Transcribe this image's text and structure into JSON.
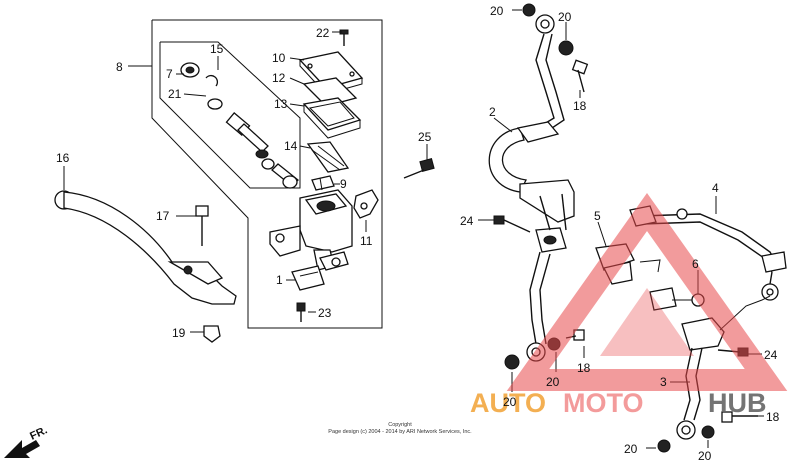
{
  "labels": {
    "l20a": "20",
    "l20b": "20",
    "l18a": "18",
    "l22": "22",
    "l10": "10",
    "l15": "15",
    "l8": "8",
    "l7": "7",
    "l21": "21",
    "l12": "12",
    "l13": "13",
    "l2": "2",
    "l25": "25",
    "l14": "14",
    "l9": "9",
    "l16": "16",
    "l4": "4",
    "l17": "17",
    "l11": "11",
    "l24a": "24",
    "l5": "5",
    "l6": "6",
    "l1": "1",
    "l23": "23",
    "l19": "19",
    "l18b": "18",
    "l24b": "24",
    "l20c": "20",
    "l3": "3",
    "l20d": "20",
    "l18c": "18",
    "l20e": "20",
    "l20f": "20"
  },
  "copyright": {
    "line1": "Copyright",
    "line2": "Page design (c) 2004 - 2014 by ARI Network Services, Inc."
  },
  "direction": "FR.",
  "watermark": {
    "auto": "AUTO",
    "moto": "MOTO",
    "hub": "HUB"
  },
  "colors": {
    "watermark_red": "#e8484a",
    "watermark_orange": "#f2a234",
    "watermark_gray": "#666666"
  }
}
